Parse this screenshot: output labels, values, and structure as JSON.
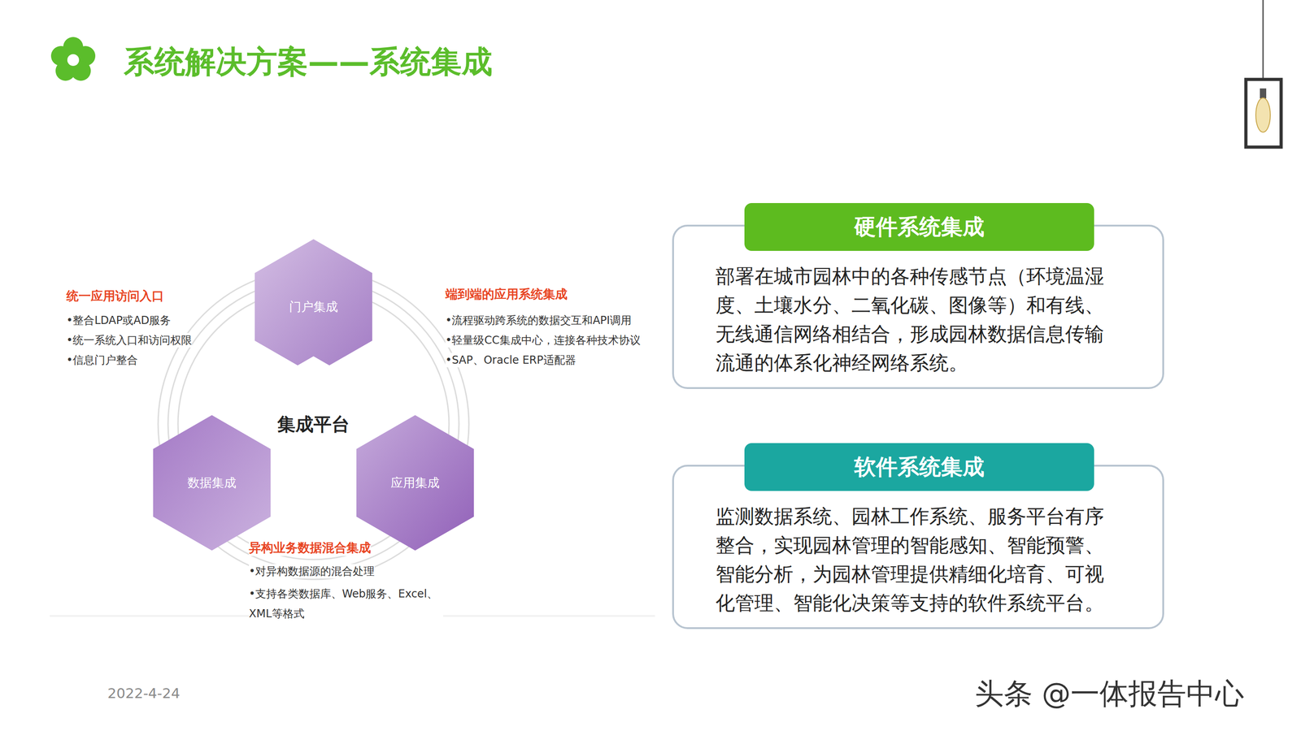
{
  "diagram": {
    "title": "系统解决方案——系统集成",
    "nodes": [
      {
        "text": [
          "门户集成"
        ]
      },
      {
        "text": [
          "集成平台"
        ]
      },
      {
        "text": [
          "数据集成"
        ]
      },
      {
        "text": [
          "应用集成"
        ]
      },
      {
        "text": [
          "硬件系统集成",
          "部署在城市园林中的各种传感节点（环境温湿度、土壤水分、二氧化碳、图像等）和有线、无线通信网络相结合，形成园林数据信息传输流通的体系化神经网络系统。"
        ]
      },
      {
        "text": [
          "软件系统集成",
          "监测数据系统、园林工作系统、服务平台有序整合，实现园林管理的智能感知、智能预警、智能分析，为园林管理提供精细化培育、可视化管理、智能化决策等支持的软件系统平台。"
        ]
      }
    ],
    "labels": [
      "统一应用访问入口",
      "•整合LDAP或AD服务",
      "•统一系统入口和访问权限",
      "•信息门户整合",
      "端到端的应用系统集成",
      "•流程驱动跨系统的数据交互和API调用",
      "•轻量级CC集成中心，连接各种技术协议",
      "•SAP、Oracle ERP适配器",
      "异构业务数据混合集成",
      "•对异构数据源的混合处理",
      "•支持各类数据库、Web服务、Excel、XML等格式",
      "2022-4-24",
      "头条 @一体报告中心"
    ]
  }
}
